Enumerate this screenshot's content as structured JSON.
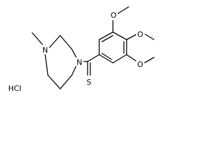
{
  "molecule": {
    "atoms": {
      "n_methyl": "N",
      "n_amide": "N",
      "s_thio": "S",
      "o_top": "O",
      "o_mid": "O",
      "o_bottom": "O"
    },
    "salt": "HCl"
  },
  "colors": {
    "bond": "#000000",
    "text": "#000000",
    "background": "#ffffff"
  }
}
